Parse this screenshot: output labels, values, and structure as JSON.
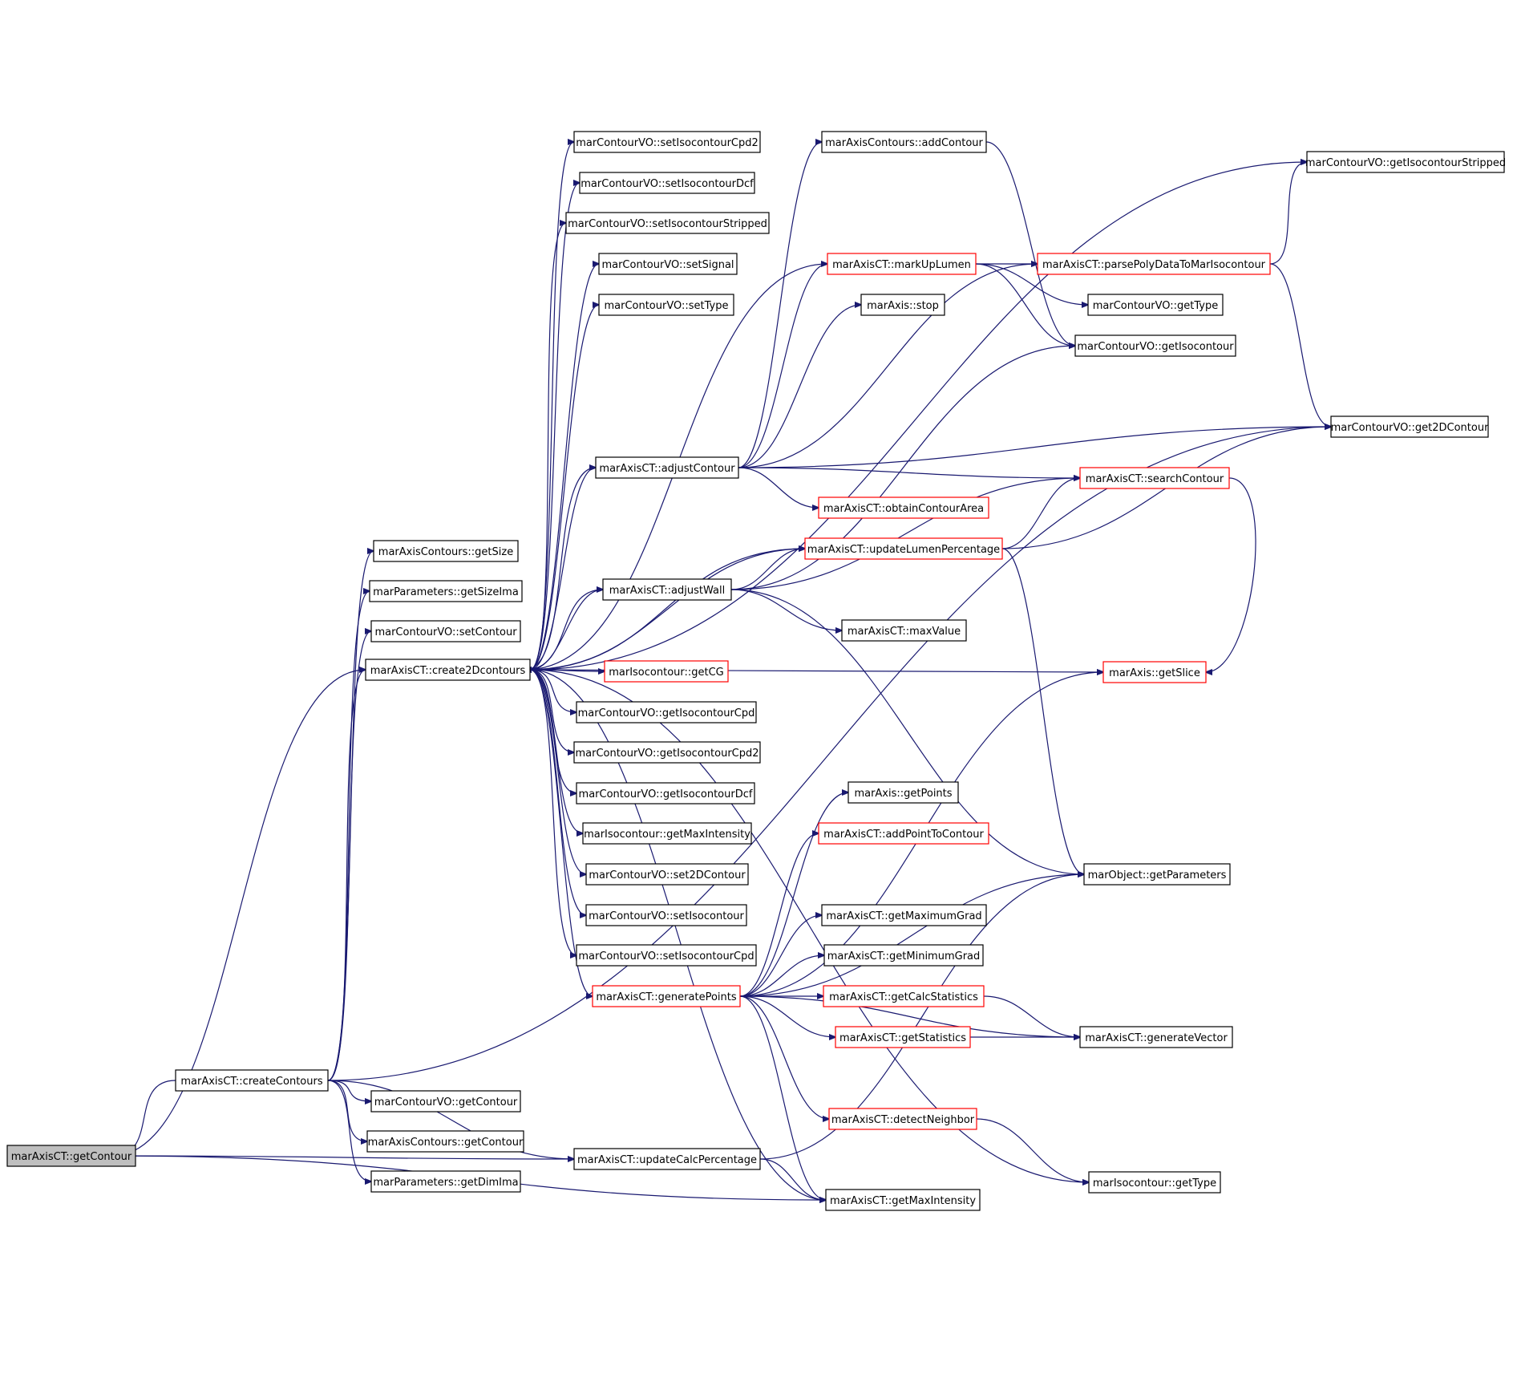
{
  "colors": {
    "edge": "#191970",
    "node_border": "#000000",
    "truncated_node_border": "#ff0000",
    "root_fill": "#bfbfbf",
    "node_fill": "#ffffff"
  },
  "nodes": [
    {
      "id": "getContour",
      "label": "marAxisCT::getContour",
      "style": "root"
    },
    {
      "id": "createContours",
      "label": "marAxisCT::createContours",
      "style": "normal"
    },
    {
      "id": "create2Dcontours",
      "label": "marAxisCT::create2Dcontours",
      "style": "normal"
    },
    {
      "id": "acGetSize",
      "label": "marAxisContours::getSize",
      "style": "normal"
    },
    {
      "id": "mpGetSizeIma",
      "label": "marParameters::getSizeIma",
      "style": "normal"
    },
    {
      "id": "cvoSetContour",
      "label": "marContourVO::setContour",
      "style": "normal"
    },
    {
      "id": "cvoGetContour",
      "label": "marContourVO::getContour",
      "style": "normal"
    },
    {
      "id": "acGetContour",
      "label": "marAxisContours::getContour",
      "style": "normal"
    },
    {
      "id": "mpGetDimIma",
      "label": "marParameters::getDimIma",
      "style": "normal"
    },
    {
      "id": "cvoSetIsoCpd2",
      "label": "marContourVO::setIsocontourCpd2",
      "style": "normal"
    },
    {
      "id": "cvoSetIsoDcf",
      "label": "marContourVO::setIsocontourDcf",
      "style": "normal"
    },
    {
      "id": "cvoSetIsoStripped",
      "label": "marContourVO::setIsocontourStripped",
      "style": "normal"
    },
    {
      "id": "cvoSetSignal",
      "label": "marContourVO::setSignal",
      "style": "normal"
    },
    {
      "id": "cvoSetType",
      "label": "marContourVO::setType",
      "style": "normal"
    },
    {
      "id": "adjustContour",
      "label": "marAxisCT::adjustContour",
      "style": "normal"
    },
    {
      "id": "adjustWall",
      "label": "marAxisCT::adjustWall",
      "style": "normal"
    },
    {
      "id": "isoGetCG",
      "label": "marIsocontour::getCG",
      "style": "truncated"
    },
    {
      "id": "cvoGetIsoCpd",
      "label": "marContourVO::getIsocontourCpd",
      "style": "normal"
    },
    {
      "id": "cvoGetIsoCpd2",
      "label": "marContourVO::getIsocontourCpd2",
      "style": "normal"
    },
    {
      "id": "cvoGetIsoDcf",
      "label": "marContourVO::getIsocontourDcf",
      "style": "normal"
    },
    {
      "id": "isoGetMaxIntensity",
      "label": "marIsocontour::getMaxIntensity",
      "style": "normal"
    },
    {
      "id": "cvoSet2DContour",
      "label": "marContourVO::set2DContour",
      "style": "normal"
    },
    {
      "id": "cvoSetIsocontour",
      "label": "marContourVO::setIsocontour",
      "style": "normal"
    },
    {
      "id": "cvoSetIsoCpd",
      "label": "marContourVO::setIsocontourCpd",
      "style": "normal"
    },
    {
      "id": "generatePoints",
      "label": "marAxisCT::generatePoints",
      "style": "truncated"
    },
    {
      "id": "updateCalcPercentage",
      "label": "marAxisCT::updateCalcPercentage",
      "style": "normal"
    },
    {
      "id": "acAddContour",
      "label": "marAxisContours::addContour",
      "style": "normal"
    },
    {
      "id": "markUpLumen",
      "label": "marAxisCT::markUpLumen",
      "style": "truncated"
    },
    {
      "id": "axisStop",
      "label": "marAxis::stop",
      "style": "normal"
    },
    {
      "id": "obtainContourArea",
      "label": "marAxisCT::obtainContourArea",
      "style": "truncated"
    },
    {
      "id": "updateLumenPercentage",
      "label": "marAxisCT::updateLumenPercentage",
      "style": "truncated"
    },
    {
      "id": "maxValue",
      "label": "marAxisCT::maxValue",
      "style": "normal"
    },
    {
      "id": "axisGetPoints",
      "label": "marAxis::getPoints",
      "style": "normal"
    },
    {
      "id": "addPointToContour",
      "label": "marAxisCT::addPointToContour",
      "style": "truncated"
    },
    {
      "id": "getMaximumGrad",
      "label": "marAxisCT::getMaximumGrad",
      "style": "normal"
    },
    {
      "id": "getMinimumGrad",
      "label": "marAxisCT::getMinimumGrad",
      "style": "normal"
    },
    {
      "id": "getCalcStatistics",
      "label": "marAxisCT::getCalcStatistics",
      "style": "truncated"
    },
    {
      "id": "getStatistics",
      "label": "marAxisCT::getStatistics",
      "style": "truncated"
    },
    {
      "id": "detectNeighbor",
      "label": "marAxisCT::detectNeighbor",
      "style": "truncated"
    },
    {
      "id": "getMaxIntensity",
      "label": "marAxisCT::getMaxIntensity",
      "style": "normal"
    },
    {
      "id": "parsePoly",
      "label": "marAxisCT::parsePolyDataToMarIsocontour",
      "style": "truncated"
    },
    {
      "id": "cvoGetType",
      "label": "marContourVO::getType",
      "style": "normal"
    },
    {
      "id": "cvoGetIsocontour",
      "label": "marContourVO::getIsocontour",
      "style": "normal"
    },
    {
      "id": "searchContour",
      "label": "marAxisCT::searchContour",
      "style": "truncated"
    },
    {
      "id": "axisGetSlice",
      "label": "marAxis::getSlice",
      "style": "truncated"
    },
    {
      "id": "objGetParameters",
      "label": "marObject::getParameters",
      "style": "normal"
    },
    {
      "id": "generateVector",
      "label": "marAxisCT::generateVector",
      "style": "normal"
    },
    {
      "id": "isoGetType",
      "label": "marIsocontour::getType",
      "style": "normal"
    },
    {
      "id": "cvoGetIsoStripped",
      "label": "marContourVO::getIsocontourStripped",
      "style": "normal"
    },
    {
      "id": "cvoGet2DContour",
      "label": "marContourVO::get2DContour",
      "style": "normal"
    }
  ],
  "edges": [
    [
      "createContours",
      "getContour"
    ],
    [
      "create2Dcontours",
      "getContour"
    ],
    [
      "updateCalcPercentage",
      "getContour"
    ],
    [
      "getMaxIntensity",
      "getContour"
    ],
    [
      "createContours",
      "create2Dcontours"
    ],
    [
      "createContours",
      "acGetSize"
    ],
    [
      "createContours",
      "mpGetSizeIma"
    ],
    [
      "createContours",
      "cvoSetContour"
    ],
    [
      "createContours",
      "cvoGetContour"
    ],
    [
      "createContours",
      "acGetContour"
    ],
    [
      "createContours",
      "mpGetDimIma"
    ],
    [
      "createContours",
      "updateCalcPercentage"
    ],
    [
      "createContours",
      "cvoGet2DContour"
    ],
    [
      "create2Dcontours",
      "cvoSetIsoCpd2"
    ],
    [
      "create2Dcontours",
      "cvoSetIsoDcf"
    ],
    [
      "create2Dcontours",
      "cvoSetIsoStripped"
    ],
    [
      "create2Dcontours",
      "cvoSetSignal"
    ],
    [
      "create2Dcontours",
      "cvoSetType"
    ],
    [
      "create2Dcontours",
      "adjustContour"
    ],
    [
      "create2Dcontours",
      "adjustWall"
    ],
    [
      "create2Dcontours",
      "isoGetCG"
    ],
    [
      "create2Dcontours",
      "cvoGetIsoCpd"
    ],
    [
      "create2Dcontours",
      "cvoGetIsoCpd2"
    ],
    [
      "create2Dcontours",
      "cvoGetIsoDcf"
    ],
    [
      "create2Dcontours",
      "isoGetMaxIntensity"
    ],
    [
      "create2Dcontours",
      "cvoSet2DContour"
    ],
    [
      "create2Dcontours",
      "cvoSetIsocontour"
    ],
    [
      "create2Dcontours",
      "cvoSetIsoCpd"
    ],
    [
      "create2Dcontours",
      "generatePoints"
    ],
    [
      "create2Dcontours",
      "updateLumenPercentage"
    ],
    [
      "create2Dcontours",
      "axisGetSlice"
    ],
    [
      "create2Dcontours",
      "cvoGetIsoStripped"
    ],
    [
      "create2Dcontours",
      "isoGetType"
    ],
    [
      "create2Dcontours",
      "getMaxIntensity"
    ],
    [
      "adjustContour",
      "acAddContour"
    ],
    [
      "adjustContour",
      "markUpLumen"
    ],
    [
      "adjustContour",
      "axisStop"
    ],
    [
      "adjustContour",
      "obtainContourArea"
    ],
    [
      "adjustContour",
      "searchContour"
    ],
    [
      "adjustContour",
      "cvoGet2DContour"
    ],
    [
      "adjustContour",
      "parsePoly"
    ],
    [
      "adjustContour",
      "create2Dcontours"
    ],
    [
      "adjustWall",
      "updateLumenPercentage"
    ],
    [
      "adjustWall",
      "maxValue"
    ],
    [
      "adjustWall",
      "searchContour"
    ],
    [
      "adjustWall",
      "objGetParameters"
    ],
    [
      "adjustWall",
      "cvoGetIsocontour"
    ],
    [
      "adjustWall",
      "create2Dcontours"
    ],
    [
      "markUpLumen",
      "parsePoly"
    ],
    [
      "markUpLumen",
      "cvoGetType"
    ],
    [
      "markUpLumen",
      "cvoGetIsocontour"
    ],
    [
      "markUpLumen",
      "create2Dcontours"
    ],
    [
      "acAddContour",
      "cvoGetIsocontour"
    ],
    [
      "updateLumenPercentage",
      "cvoGet2DContour"
    ],
    [
      "updateLumenPercentage",
      "searchContour"
    ],
    [
      "updateLumenPercentage",
      "objGetParameters"
    ],
    [
      "updateLumenPercentage",
      "create2Dcontours"
    ],
    [
      "parsePoly",
      "cvoGetIsoStripped"
    ],
    [
      "parsePoly",
      "cvoGet2DContour"
    ],
    [
      "searchContour",
      "axisGetSlice"
    ],
    [
      "generatePoints",
      "axisGetPoints"
    ],
    [
      "generatePoints",
      "addPointToContour"
    ],
    [
      "generatePoints",
      "getMaximumGrad"
    ],
    [
      "generatePoints",
      "getMinimumGrad"
    ],
    [
      "generatePoints",
      "getCalcStatistics"
    ],
    [
      "generatePoints",
      "getStatistics"
    ],
    [
      "generatePoints",
      "detectNeighbor"
    ],
    [
      "generatePoints",
      "getMaxIntensity"
    ],
    [
      "generatePoints",
      "objGetParameters"
    ],
    [
      "generatePoints",
      "axisGetSlice"
    ],
    [
      "generatePoints",
      "generateVector"
    ],
    [
      "getCalcStatistics",
      "generateVector"
    ],
    [
      "getStatistics",
      "generateVector"
    ],
    [
      "detectNeighbor",
      "isoGetType"
    ],
    [
      "updateCalcPercentage",
      "getMaxIntensity"
    ],
    [
      "updateCalcPercentage",
      "objGetParameters"
    ]
  ]
}
